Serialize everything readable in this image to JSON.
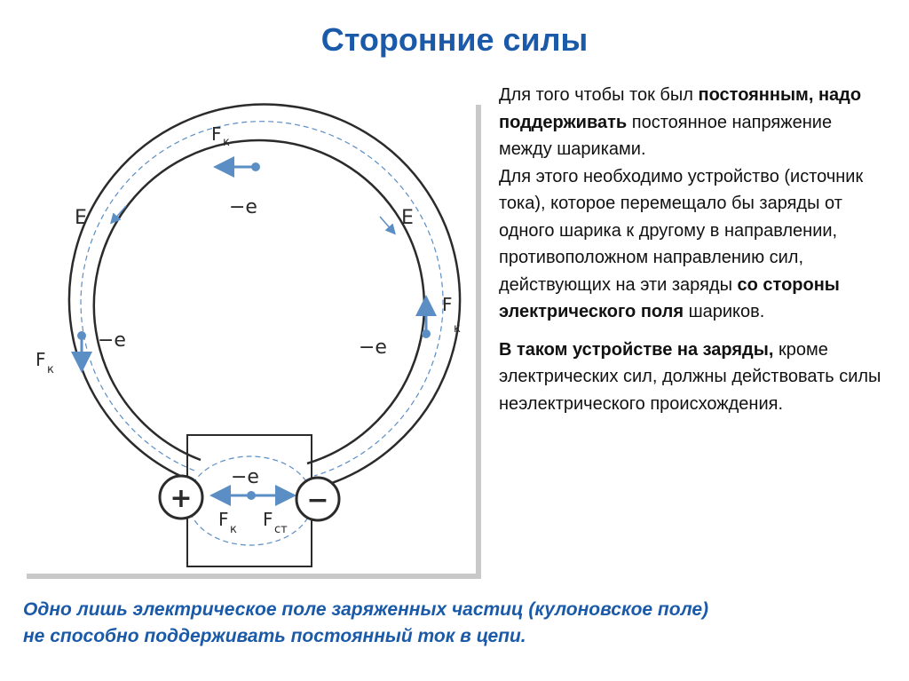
{
  "title": "Сторонние силы",
  "paragraph1": {
    "line1": "Для того чтобы ток был",
    "line2_bold": "постоянным, надо поддерживать",
    "line3": "постоянное напряжение между шариками.",
    "line4": "Для этого необходимо устройство (источник тока), которое перемещало бы заряды от одного шарика к другому в направлении, противоположном направлению сил, действующих на эти заряды",
    "line5_bold": "со стороны электрического поля",
    "line6": "шариков."
  },
  "paragraph2": {
    "bold": "В таком устройстве на заряды,",
    "rest": "кроме электрических сил, должны действовать силы неэлектрического происхождения."
  },
  "footer": {
    "line1": "Одно лишь электрическое поле заряженных частиц (кулоновское поле)",
    "line2": "не способно поддерживать постоянный ток в цепи."
  },
  "diagram": {
    "label_fk": "F",
    "sub_k": "к",
    "sub_st": "ст",
    "label_e": "E",
    "label_minus_e": "−e",
    "plus": "+",
    "minus": "−"
  },
  "colors": {
    "title": "#1a5aa8",
    "line": "#2b2b2b",
    "accent": "#5b8ec4"
  }
}
